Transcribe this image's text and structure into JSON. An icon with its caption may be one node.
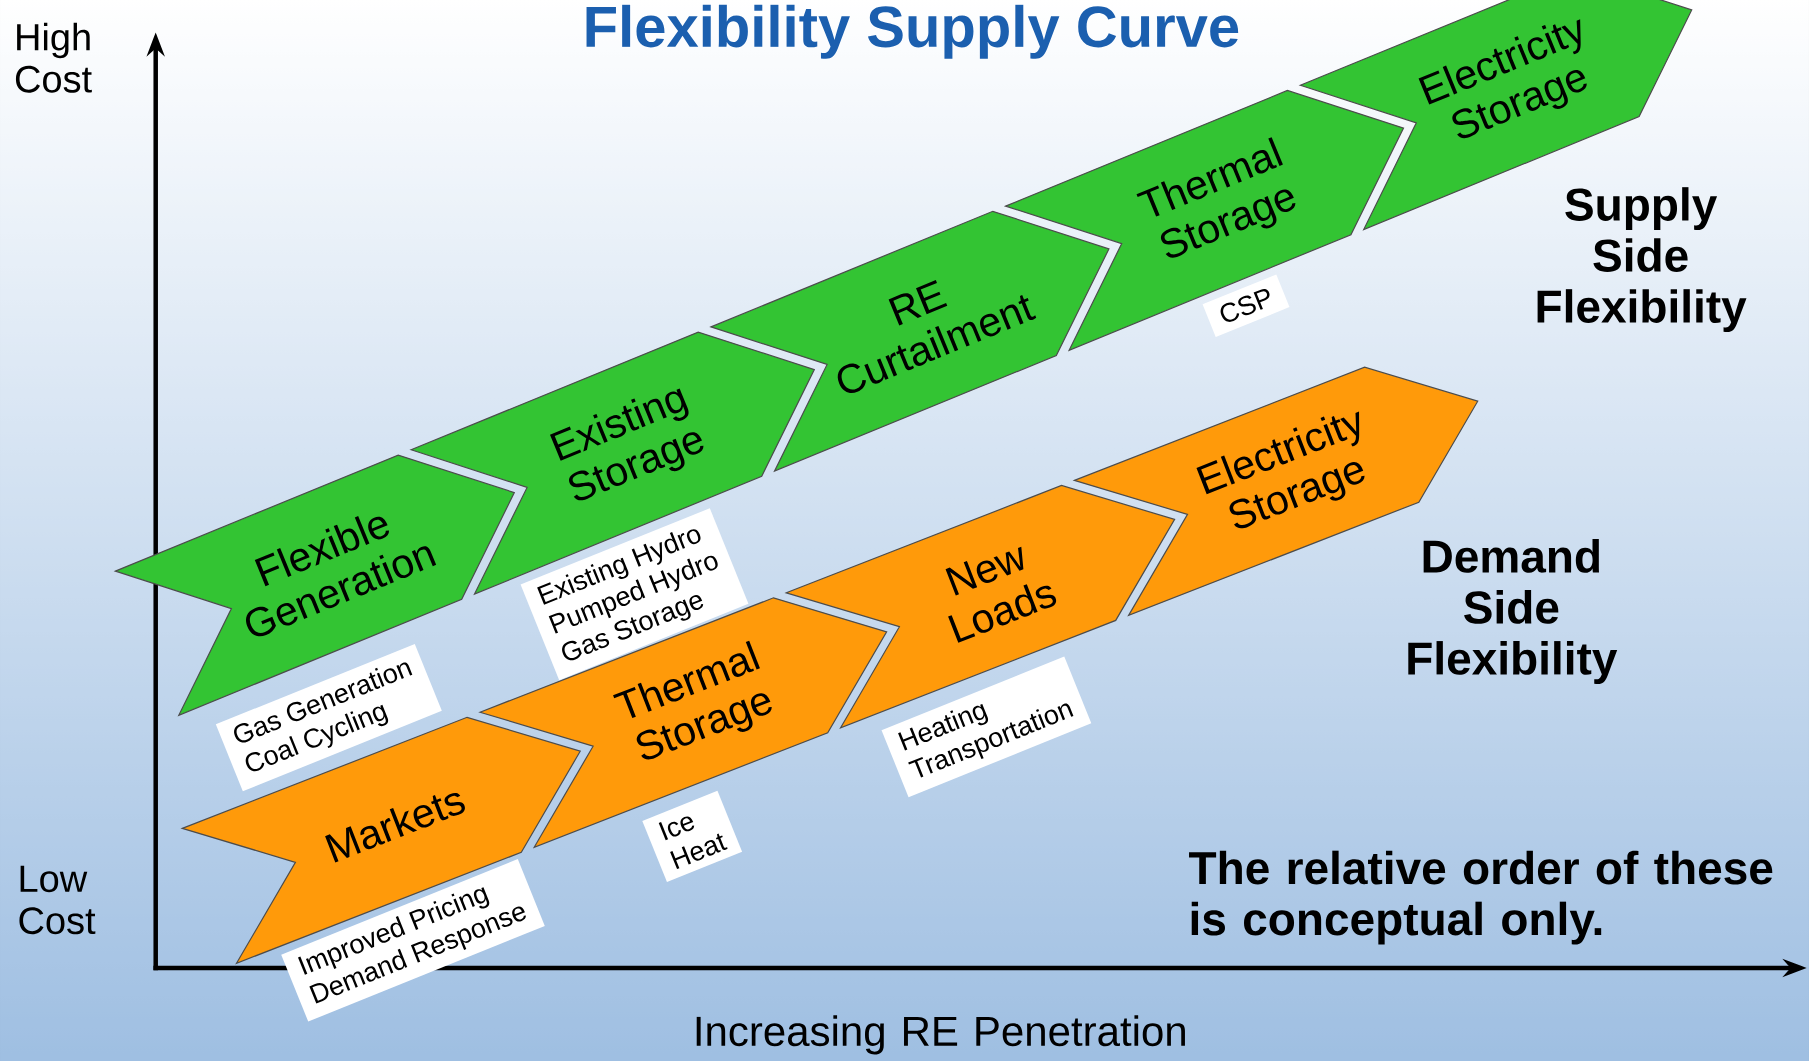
{
  "diagram": {
    "title": "Flexibility Supply Curve",
    "nodes": [
      {
        "text": [
          "Flexible Generation"
        ]
      },
      {
        "text": [
          "Existing Storage"
        ]
      },
      {
        "text": [
          "RE Curtailment"
        ]
      },
      {
        "text": [
          "Thermal Storage"
        ]
      },
      {
        "text": [
          "Electricity Storage"
        ]
      },
      {
        "text": [
          "Gas Generation",
          "Coal Cycling"
        ]
      },
      {
        "text": [
          "Existing Hydro",
          "Pumped Hydro",
          "Gas Storage"
        ]
      },
      {
        "text": [
          "CSP"
        ]
      },
      {
        "text": [
          "Markets"
        ]
      },
      {
        "text": [
          "Thermal Storage"
        ]
      },
      {
        "text": [
          "New Loads"
        ]
      },
      {
        "text": [
          "Electricity Storage"
        ]
      },
      {
        "text": [
          "Improved Pricing",
          "Demand Response"
        ]
      },
      {
        "text": [
          "Ice",
          "Heat"
        ]
      },
      {
        "text": [
          "Heating",
          "Transportation"
        ]
      }
    ],
    "edges": [],
    "labels": [
      "High Cost",
      "Supply Side Flexibility",
      "Demand Side Flexibility",
      "Low Cost",
      "The relative order of these is conceptual only.",
      "Increasing RE Penetration"
    ]
  }
}
